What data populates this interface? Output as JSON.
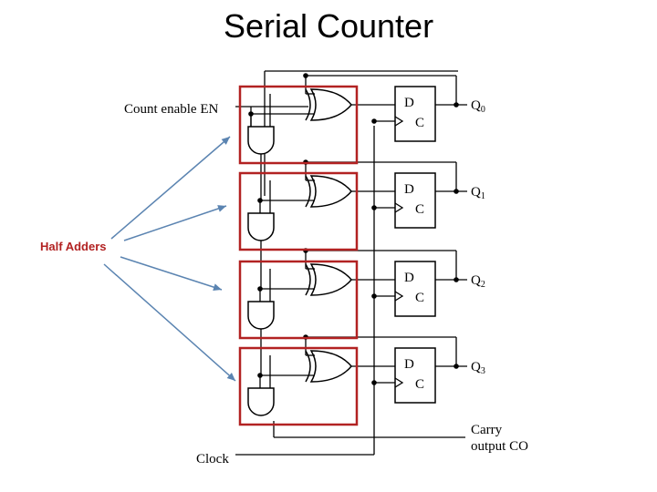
{
  "title": "Serial Counter",
  "labels": {
    "count_enable": "Count enable EN",
    "clock": "Clock",
    "carry_line1": "Carry",
    "carry_line2": "output CO",
    "half_adders": "Half Adders",
    "d": "D",
    "c": "C"
  },
  "outputs": [
    {
      "base": "Q",
      "sub": "0"
    },
    {
      "base": "Q",
      "sub": "1"
    },
    {
      "base": "Q",
      "sub": "2"
    },
    {
      "base": "Q",
      "sub": "3"
    }
  ],
  "colors": {
    "highlight_box": "#b22222",
    "arrow": "#5b84b1",
    "half_adders_text": "#b22222",
    "wire": "#000000"
  }
}
